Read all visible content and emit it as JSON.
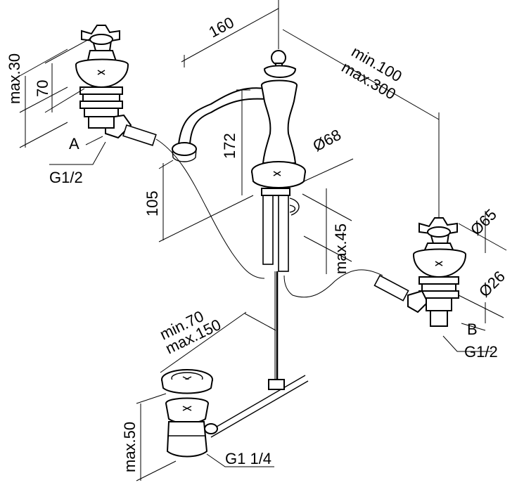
{
  "dimensions": {
    "spread": "160",
    "min_distance": "min.100",
    "max_distance": "max.300",
    "spout_height": "172",
    "base_height": "105",
    "spout_base_diameter": "Ø68",
    "deck_thickness": "max.45",
    "handle_diameter": "Ø65",
    "valve_diameter": "Ø26",
    "handle_height": "70",
    "handle_max": "max.30",
    "waste_min": "min.70",
    "waste_max": "max.150",
    "waste_depth": "max.50"
  },
  "labels": {
    "left_valve": "A",
    "right_valve": "B",
    "left_thread": "G1/2",
    "right_thread": "G1/2",
    "waste_thread": "G1 1/4"
  }
}
